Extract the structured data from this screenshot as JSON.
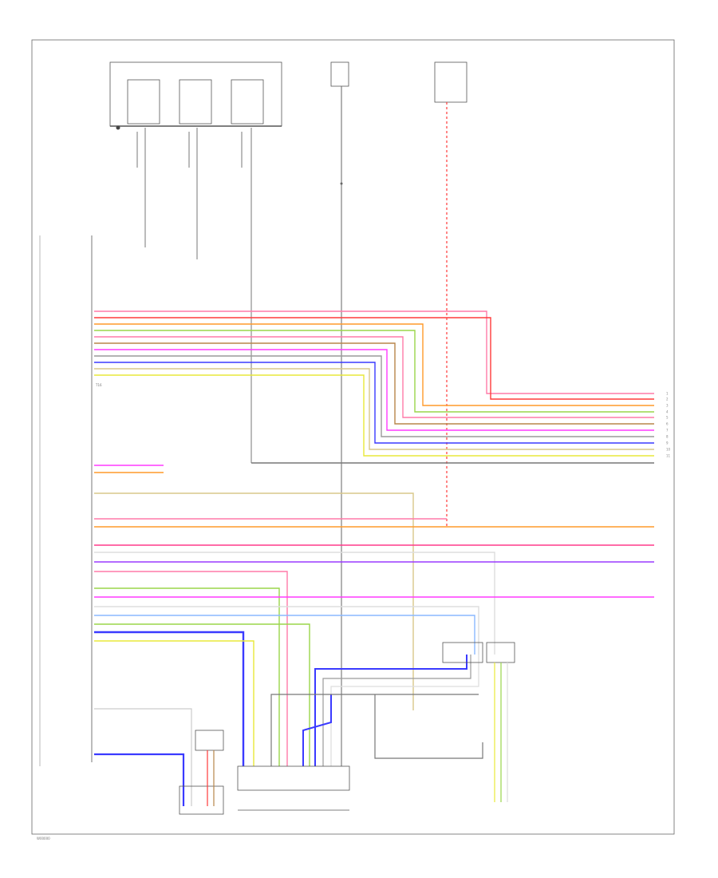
{
  "diagram": {
    "footer_code": "W00000",
    "connector_label": "T16",
    "right_pins": [
      "1",
      "2",
      "3",
      "4",
      "5",
      "6",
      "7",
      "8",
      "9",
      "10",
      "11"
    ],
    "colors": {
      "red": "#ff3a3a",
      "pink": "#ff7aa8",
      "orange": "#ff9a2a",
      "green": "#9ad64a",
      "yellow": "#e8e83a",
      "tan": "#d8c88a",
      "blue": "#3a3aff",
      "violet": "#9a3aff",
      "magenta": "#ff3aff",
      "grey": "#9a9a9a",
      "black": "#444444",
      "white": "#dddddd",
      "lightblue": "#8ab8ff",
      "brown": "#b8864a"
    }
  }
}
